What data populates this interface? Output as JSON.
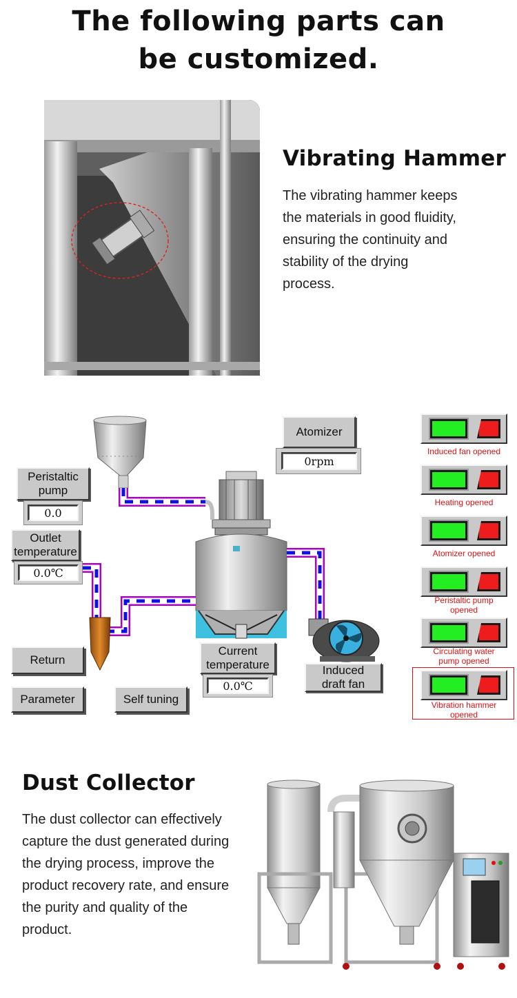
{
  "header": {
    "title_line1": "The following parts can",
    "title_line2": "be customized."
  },
  "vibrating_hammer": {
    "title": "Vibrating Hammer",
    "lines": [
      "The vibrating hammer keeps",
      "the materials in good fluidity,",
      "ensuring the continuity and",
      "stability of the drying",
      "process."
    ]
  },
  "hmi": {
    "atomizer": {
      "label": "Atomizer",
      "value": "0rpm"
    },
    "peristaltic_pump": {
      "label_line1": "Peristaltic",
      "label_line2": "pump",
      "value": "0.0"
    },
    "outlet_temperature": {
      "label_line1": "Outlet",
      "label_line2": "temperature",
      "value": "0.0℃"
    },
    "current_temperature": {
      "label_line1": "Current",
      "label_line2": "temperature",
      "value": "0.0℃"
    },
    "induced_draft_fan": {
      "label_line1": "Induced",
      "label_line2": "draft fan"
    },
    "buttons": {
      "return": "Return",
      "parameter": "Parameter",
      "self_tuning": "Self tuning"
    },
    "indicators": [
      {
        "caption_line1": "Induced  fan opened",
        "caption_line2": ""
      },
      {
        "caption_line1": "Heating  opened",
        "caption_line2": ""
      },
      {
        "caption_line1": "Atomizer  opened",
        "caption_line2": ""
      },
      {
        "caption_line1": "Peristaltic pump",
        "caption_line2": "opened"
      },
      {
        "caption_line1": "Circulating water",
        "caption_line2": "pump opened"
      },
      {
        "caption_line1": "Vibration hammer",
        "caption_line2": "opened"
      }
    ],
    "colors": {
      "on": "#22ee22",
      "off": "#ee1c1c",
      "pipe_outer": "#b000c8",
      "pipe_flow": "#1010e0",
      "caption": "#e01010"
    }
  },
  "dust_collector": {
    "title": "Dust Collector",
    "lines": [
      "The dust collector can effectively",
      "capture the dust generated during",
      "the drying process, improve the",
      "product recovery rate, and ensure",
      "the purity and quality of the",
      "product."
    ]
  }
}
